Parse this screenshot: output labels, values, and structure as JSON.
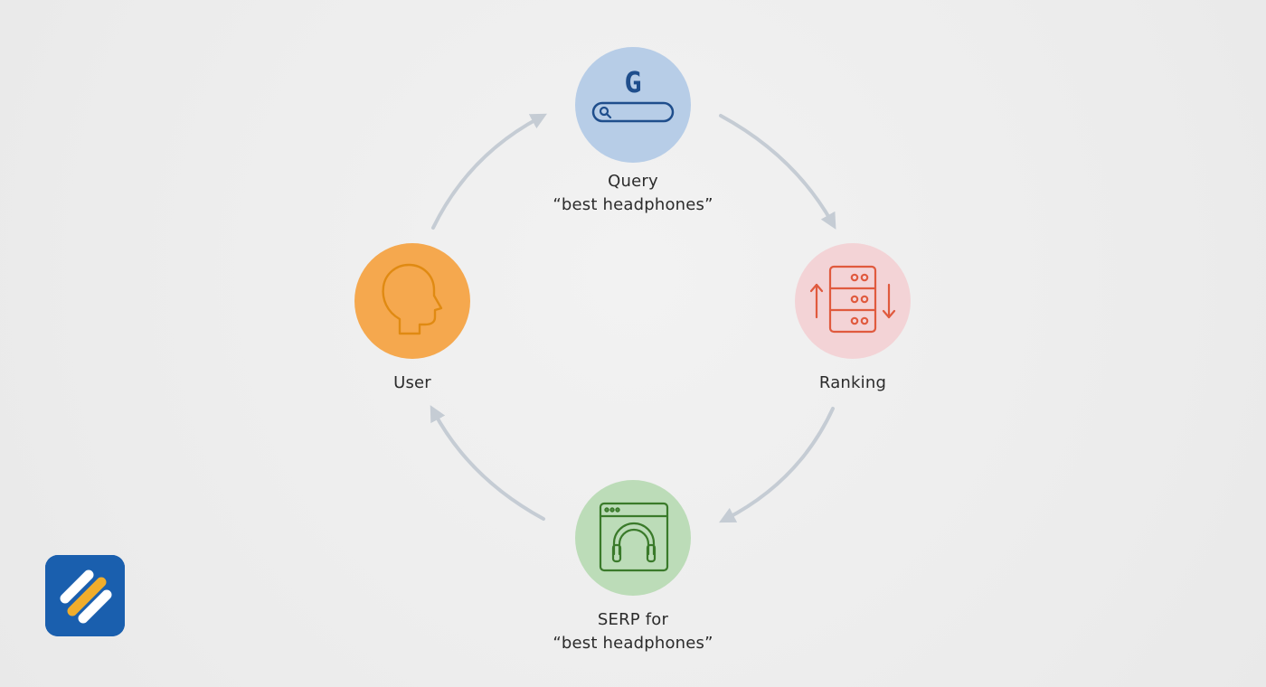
{
  "diagram": {
    "nodes": [
      {
        "id": "query",
        "title": "Query",
        "subtitle": "“best headphones”",
        "icon": "search-bar-icon",
        "icon_letter": "G",
        "fill": "#b7cde7",
        "stroke": "#1f4e8c"
      },
      {
        "id": "ranking",
        "title": "Ranking",
        "subtitle": "",
        "icon": "server-rank-icon",
        "fill": "#f3d3d6",
        "stroke": "#e05a3e"
      },
      {
        "id": "serp",
        "title": "SERP for",
        "subtitle": "“best headphones”",
        "icon": "browser-headphones-icon",
        "fill": "#bcdcb8",
        "stroke": "#3a7a2a"
      },
      {
        "id": "user",
        "title": "User",
        "subtitle": "",
        "icon": "user-head-icon",
        "fill": "#f5a84e",
        "stroke": "#e08a12"
      }
    ],
    "edges": [
      {
        "from": "query",
        "to": "ranking"
      },
      {
        "from": "ranking",
        "to": "serp"
      },
      {
        "from": "serp",
        "to": "user"
      },
      {
        "from": "user",
        "to": "query"
      }
    ],
    "arrow_color": "#c5ccd4",
    "logo": {
      "icon": "brand-logo-icon",
      "bg": "#1a5fae",
      "accent": "#f0ad2c",
      "stripe": "#ffffff"
    }
  }
}
